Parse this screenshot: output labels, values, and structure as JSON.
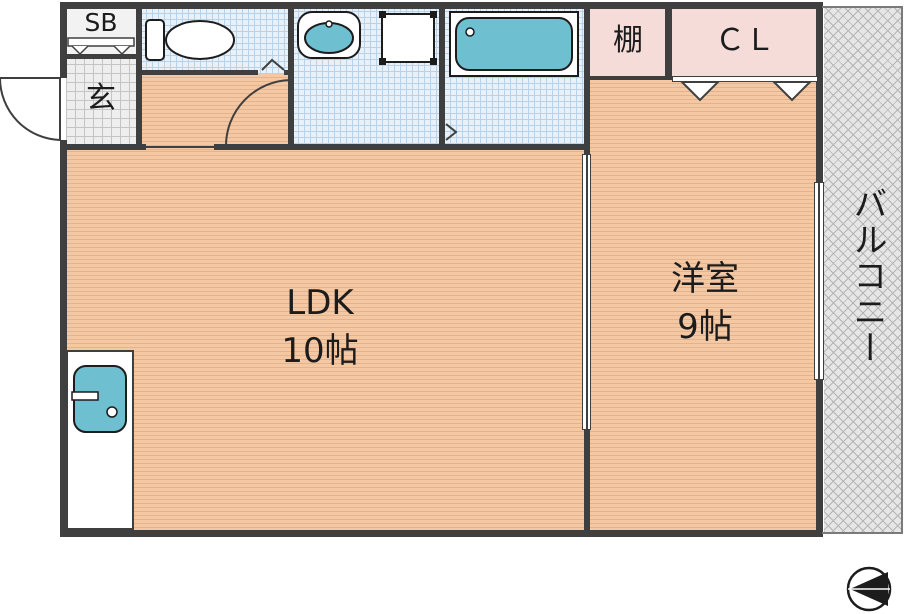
{
  "rooms": {
    "shoe_box": "SB",
    "entrance": "玄",
    "shelf": "棚",
    "closet": "ＣＬ",
    "ldk_name": "LDK",
    "ldk_size": "10帖",
    "western_name": "洋室",
    "western_size": "9帖",
    "balcony": "バルコニー"
  },
  "colors": {
    "wood_floor": "#f5c8a4",
    "wet_area_tile": "#e8f1f9",
    "fixtures": "#6ec0d1",
    "storage": "#f5dcd8",
    "balcony": "#e6e6e6",
    "walls": "#3f3f3f"
  },
  "icons": [
    "toilet-icon",
    "washbasin-icon",
    "washing-machine-icon",
    "bathtub-icon",
    "kitchen-sink-icon",
    "door-swing-icon",
    "compass-icon"
  ]
}
